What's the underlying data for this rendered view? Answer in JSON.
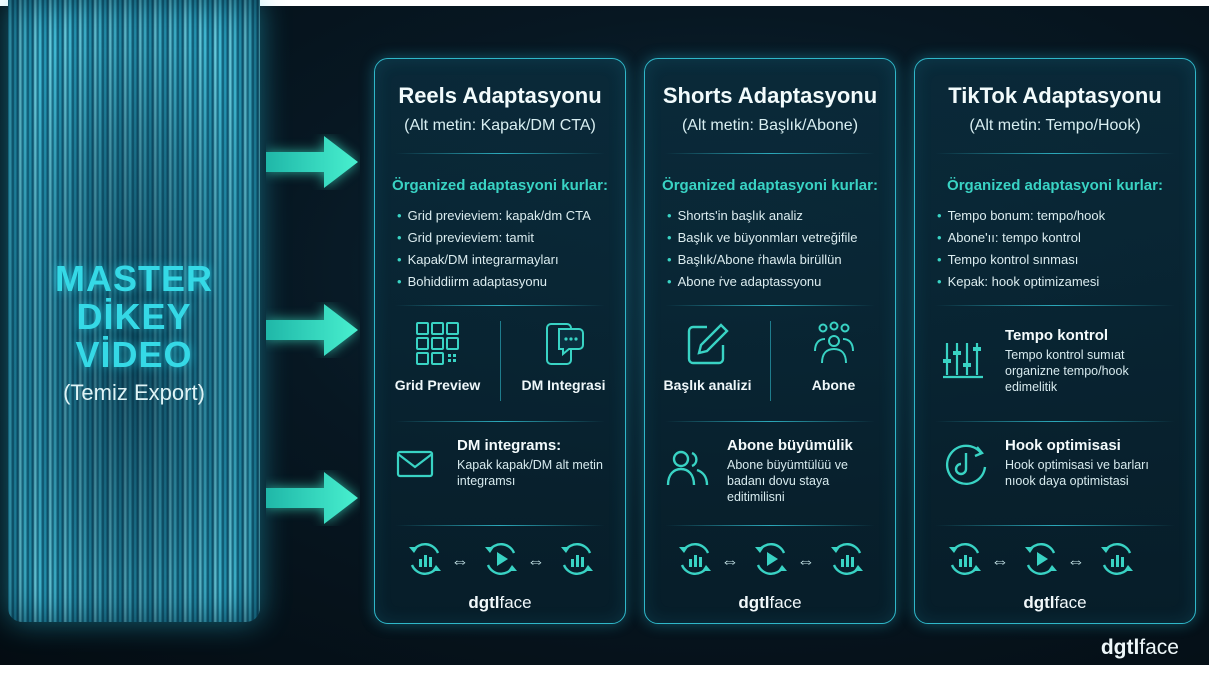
{
  "master": {
    "line1": "MASTER",
    "line2": "DİKEY",
    "line3": "VİDEO",
    "subtitle": "(Temiz Export)"
  },
  "panels": [
    {
      "title": "Reels Adaptasyonu",
      "subtitle": "(Alt metin: Kapak/DM CTA)",
      "rules_title": "Örganized adaptasyoni kurlar:",
      "rules": [
        "Grid previeviem: kapak/dm CTA",
        "Grid previeviem: tamit",
        "Kapak/DM integrarmayları",
        "Bohiddiirm adaptasyonu"
      ],
      "feature_left": {
        "label": "Grid Preview",
        "icon": "grid-icon"
      },
      "feature_right": {
        "label": "DM Integrasi",
        "icon": "phone-chat-icon"
      },
      "info": {
        "title": "DM integrams:",
        "text": "Kapak kapak/DM alt metin integramsı",
        "icon": "envelope-icon"
      },
      "brand_bold": "dgtl",
      "brand_rest": "face"
    },
    {
      "title": "Shorts Adaptasyonu",
      "subtitle": "(Alt metin: Başlık/Abone)",
      "rules_title": "Örganized adaptasyoni kurlar:",
      "rules": [
        "Shorts'in başlık analiz",
        "Başlık ve büyonmları vetreğifile",
        "Başlık/Abone ṙhawla birüllün",
        "Abone ṙve adaptassyonu"
      ],
      "feature_left": {
        "label": "Başlık analizi",
        "icon": "edit-icon"
      },
      "feature_right": {
        "label": "Abone",
        "icon": "group-icon"
      },
      "info": {
        "title": "Abone büyümülik",
        "text": "Abone büyümtülüü ve badanı dovu staya editimilisni",
        "icon": "users-icon"
      },
      "brand_bold": "dgtl",
      "brand_rest": "face"
    },
    {
      "title": "TikTok Adaptasyonu",
      "subtitle": "(Alt metin: Tempo/Hook)",
      "rules_title": "Örganized adaptasyoni kurlar:",
      "rules": [
        "Tempo bonum: tempo/hook",
        "Abone'ıı: tempo kontrol",
        "Tempo kontrol sınması",
        "Kepak: hook optimizamesi"
      ],
      "info_top": {
        "title": "Tempo kontrol",
        "text": "Tempo kontrol sumıat organizne tempo/hook edimelitik",
        "icon": "sliders-icon"
      },
      "info": {
        "title": "Hook optimisasi",
        "text": "Hook optimisasi ve barları nıook daya optimistasi",
        "icon": "hook-timer-icon"
      },
      "brand_bold": "dgtl",
      "brand_rest": "face"
    }
  ],
  "flow_symbol": "⇔",
  "corner_brand": {
    "bold": "dgtl",
    "rest": "face"
  },
  "colors": {
    "accent": "#35d9e6",
    "teal": "#39d3c4",
    "border": "#2fb7c9",
    "arrow": "#3fe0c2"
  }
}
